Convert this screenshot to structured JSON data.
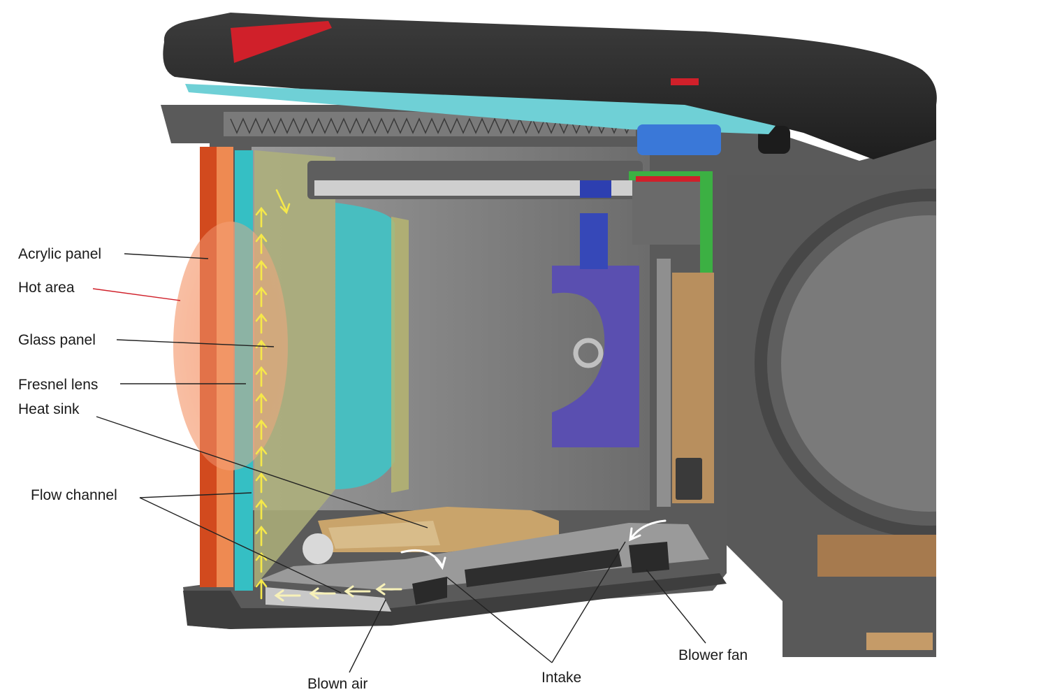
{
  "labels": {
    "acrylic_panel": "Acrylic panel",
    "hot_area": "Hot area",
    "glass_panel": "Glass panel",
    "fresnel_lens": "Fresnel lens",
    "heat_sink": "Heat sink",
    "flow_channel": "Flow channel",
    "blown_air": "Blown air",
    "intake": "Intake",
    "blower_fan": "Blower fan"
  },
  "colors": {
    "housing": "#4a4a4a",
    "housing_light": "#6e6e6e",
    "interior": "#8c8c8c",
    "acrylic": "#e0652c",
    "glass": "#35bfc4",
    "fresnel": "#b8b678",
    "hot_area": "#f4a582",
    "heat_sink": "#c9a46b",
    "bracket": "#5a4fb0",
    "airflow_arrow": "#f5e84a",
    "accent_red": "#d0202a",
    "accent_green": "#3cb043",
    "accent_blue": "#2f6fd6"
  }
}
